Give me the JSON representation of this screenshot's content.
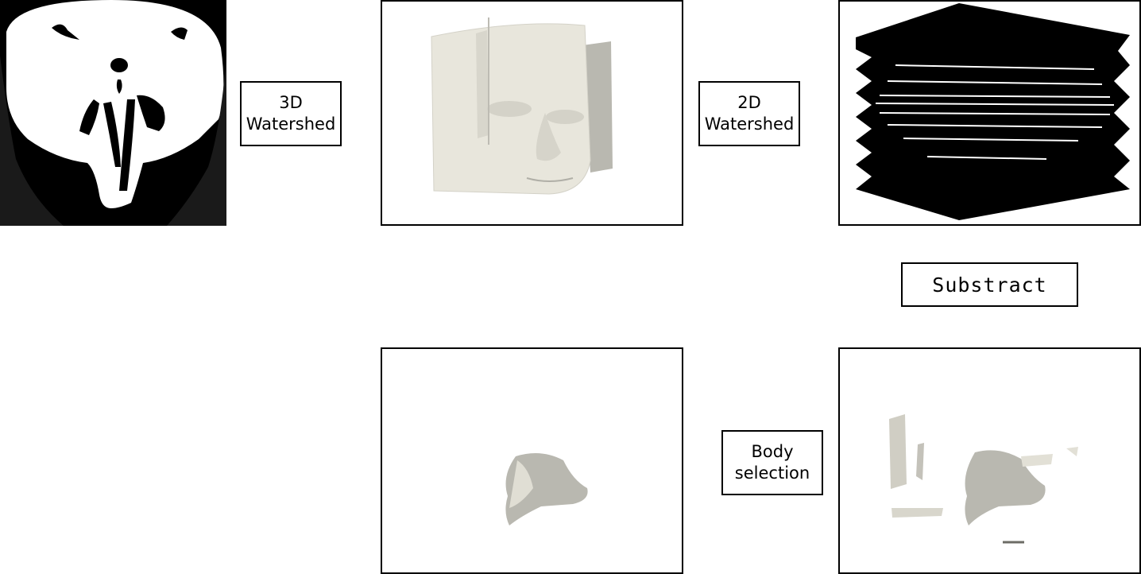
{
  "steps": {
    "watershed_3d": {
      "line1": "3D",
      "line2": "Watershed"
    },
    "watershed_2d": {
      "line1": "2D",
      "line2": "Watershed"
    },
    "substract": {
      "label": "Substract"
    },
    "body_selection": {
      "line1": "Body",
      "line2": "selection"
    }
  },
  "colors": {
    "border": "#000000",
    "bone": "#e8e6dc",
    "bone_shadow": "#b9b8b0",
    "background": "#ffffff"
  }
}
